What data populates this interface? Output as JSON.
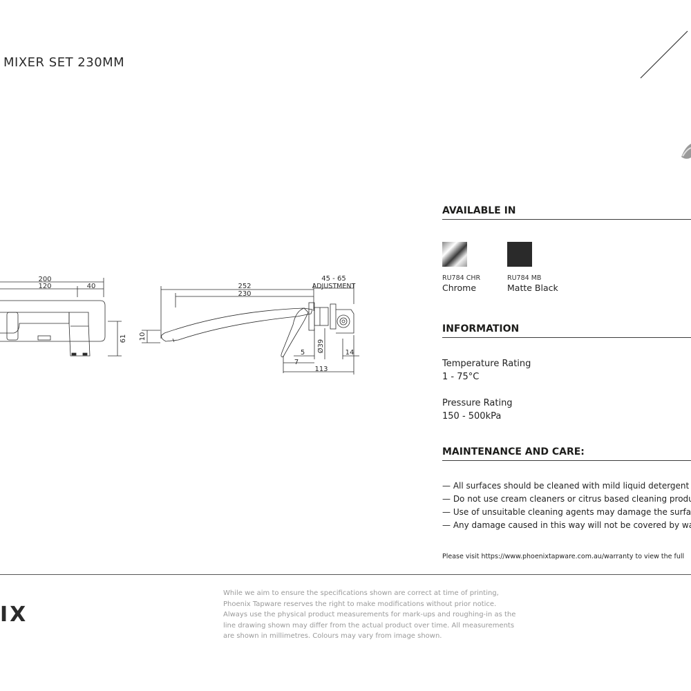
{
  "header": {
    "title": "MIXER SET 230MM"
  },
  "drawing": {
    "front": {
      "dim_top": "200",
      "dim_mid_left": "120",
      "dim_mid_right": "40",
      "dim_height": "61"
    },
    "side": {
      "dim_overall": "252",
      "dim_spout": "230",
      "dim_adjust_range": "45 - 65",
      "dim_adjust_label": "ADJUSTMENT",
      "dim_outlet": "10",
      "dim_flange": "Ø39",
      "dim_a": "5",
      "dim_b": "7",
      "dim_depth": "113",
      "dim_c": "14"
    }
  },
  "available": {
    "heading": "AVAILABLE IN",
    "finishes": [
      {
        "code": "RU784 CHR",
        "name": "Chrome",
        "color": "#d9d9d9"
      },
      {
        "code": "RU784 MB",
        "name": "Matte Black",
        "color": "#2a2a2a"
      }
    ]
  },
  "information": {
    "heading": "INFORMATION",
    "items": [
      {
        "label": "Temperature Rating",
        "value": "1 - 75°C"
      },
      {
        "label": "Pressure Rating",
        "value": "150 - 500kPa"
      }
    ]
  },
  "maintenance": {
    "heading": "MAINTENANCE AND CARE:",
    "bullets": [
      "— All surfaces should be cleaned with mild liquid detergent or",
      "— Do not use cream cleaners or citrus based cleaning products,",
      "— Use of unsuitable cleaning agents may damage the surface.",
      "— Any damage caused in this way will not be covered by warran"
    ],
    "visit": "Please visit https://www.phoenixtapware.com.au/warranty to view the full"
  },
  "footer": {
    "brand": "IX",
    "disclaimer": [
      "While we aim to ensure the specifications shown are correct at time of printing,",
      "Phoenix Tapware reserves the right to make modifications without prior notice.",
      "Always use the physical product measurements for mark-ups and roughing-in as the",
      "line drawing shown may differ from the actual product over time. All measurements",
      "are shown in millimetres. Colours may vary from image shown."
    ]
  },
  "colors": {
    "ink": "#1d1d1b",
    "muted": "#9a9a9a",
    "chrome": "#d9d9d9",
    "matte_black": "#2a2a2a"
  }
}
